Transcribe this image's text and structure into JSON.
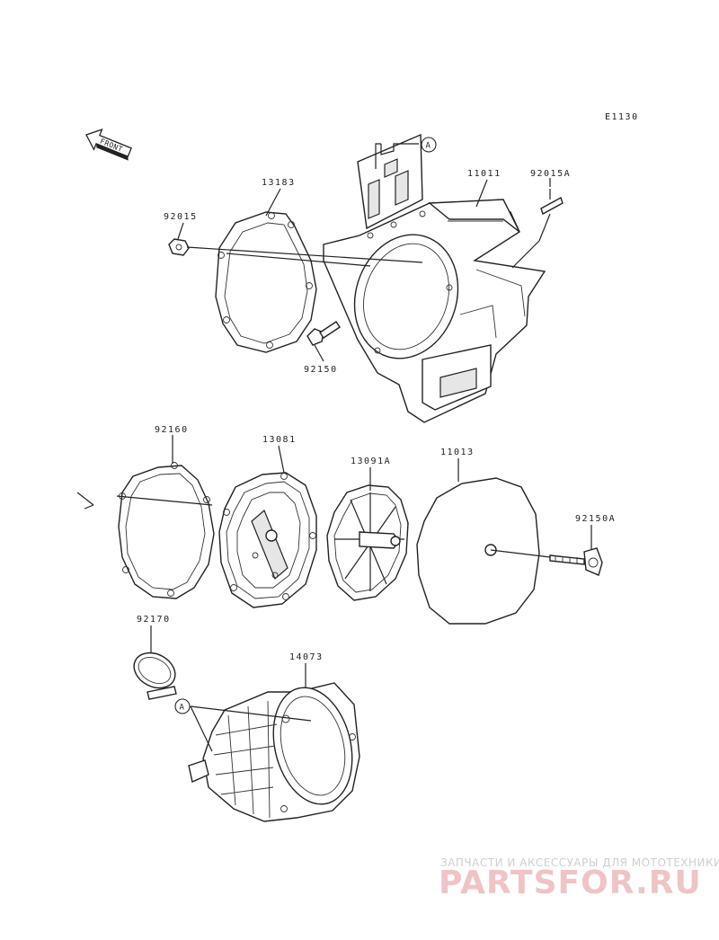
{
  "diagram_code": "E1130",
  "front_label": "FRONT",
  "ref_marker": "A",
  "parts": {
    "p13183": "13183",
    "p92015": "92015",
    "p92150": "92150",
    "p11011": "11011",
    "p92015A": "92015A",
    "p92160": "92160",
    "p13081": "13081",
    "p13091A": "13091A",
    "p11013": "11013",
    "p92150A": "92150A",
    "p92170": "92170",
    "p14073": "14073"
  },
  "watermark": {
    "tagline": "ЗАПЧАСТИ И АКСЕССУАРЫ ДЛЯ МОТОТЕХНИКИ",
    "brand": "PARTSFOR.RU"
  }
}
